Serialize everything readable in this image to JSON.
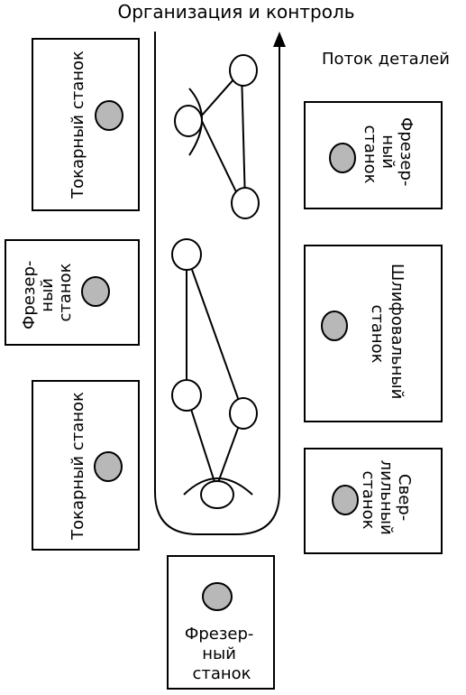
{
  "title": "Организация и контроль",
  "flow_label": "Поток деталей",
  "machines": [
    {
      "id": "m1",
      "lines": [
        "Токарный станок"
      ]
    },
    {
      "id": "m2",
      "lines": [
        "Фрезер-",
        "ный",
        "станок"
      ]
    },
    {
      "id": "m3",
      "lines": [
        "Фрезер-",
        "ный",
        "станок"
      ]
    },
    {
      "id": "m4",
      "lines": [
        "Шлифовальный",
        "станок"
      ]
    },
    {
      "id": "m5",
      "lines": [
        "Токарный станок"
      ]
    },
    {
      "id": "m6",
      "lines": [
        "Свер-",
        "лильный",
        "станок"
      ]
    },
    {
      "id": "m7",
      "lines": [
        "Фрезер-",
        "ный",
        "станок"
      ]
    }
  ]
}
